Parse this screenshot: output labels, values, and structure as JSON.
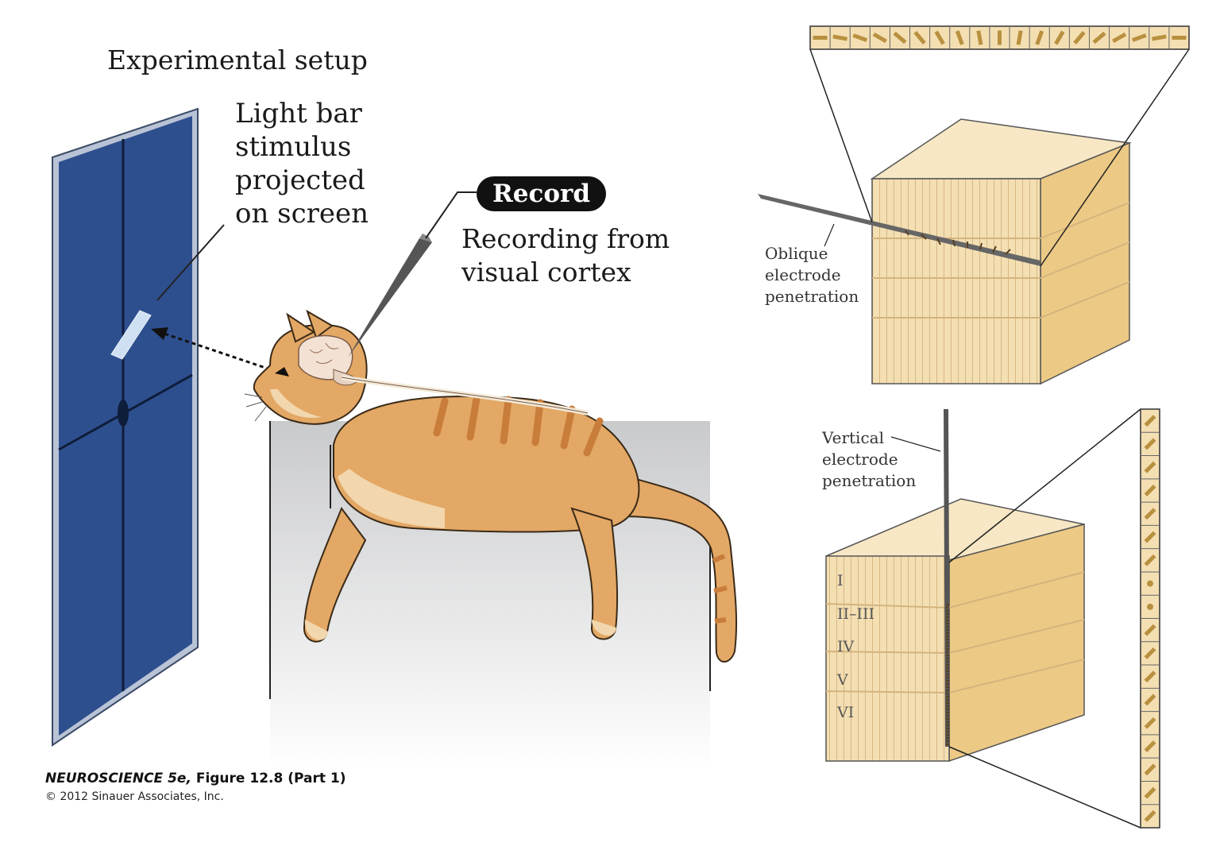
{
  "figure": {
    "title": "Experimental setup",
    "stimulus_label": [
      "Light bar",
      "stimulus",
      "projected",
      "on screen"
    ],
    "record_badge": "Record",
    "recording_label": [
      "Recording from",
      "visual cortex"
    ],
    "oblique_label": [
      "Oblique",
      "electrode",
      "penetration"
    ],
    "vertical_label": [
      "Vertical",
      "electrode",
      "penetration"
    ],
    "cortical_layers": [
      "I",
      "II–III",
      "IV",
      "V",
      "VI"
    ],
    "credit_book": "NEUROSCIENCE 5e,",
    "credit_figure": "Figure 12.8 (Part 1)",
    "copyright": "© 2012 Sinauer Associates, Inc."
  },
  "colors": {
    "screen_blue": "#2e4f8e",
    "screen_frame": "#b9c3d6",
    "cat_orange": "#e3a865",
    "cat_stripe": "#c97d3a",
    "cube_light": "#f4dfb3",
    "cube_side": "#ecc985",
    "cube_top": "#f7e7c4",
    "table_gray": "#d6d7d9"
  }
}
